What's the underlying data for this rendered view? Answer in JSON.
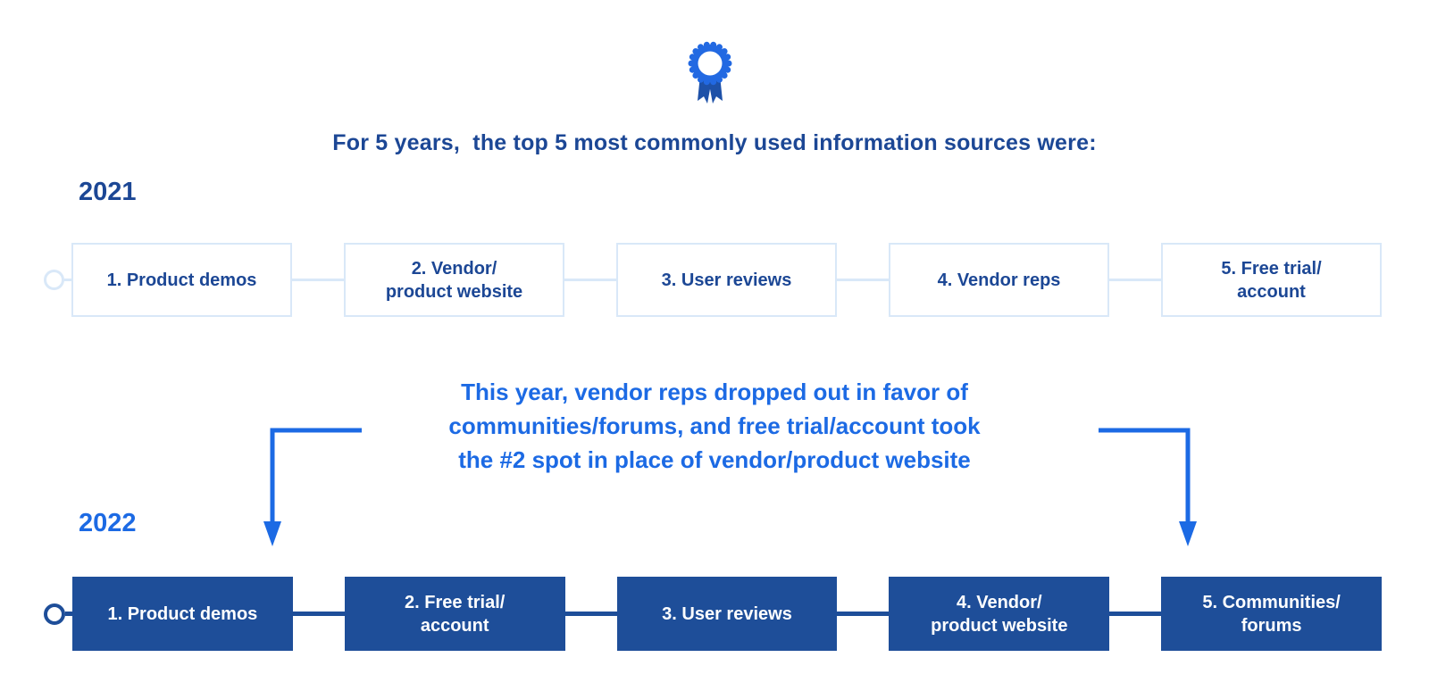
{
  "colors": {
    "navy": "#1c4795",
    "bright_blue": "#1c6ae4",
    "box_fill": "#1e4e99",
    "light_blue": "#d9e8f8",
    "rosette_blue": "#2269e2",
    "tail_blue": "#1e51a8"
  },
  "badge": {
    "icon": "award-ribbon-icon"
  },
  "title": "For 5 years,  the top 5 most commonly used information sources were:",
  "timeline_2021": {
    "year": "2021",
    "items": [
      {
        "rank": 1,
        "label": "1. Product demos"
      },
      {
        "rank": 2,
        "label": "2. Vendor/\nproduct website"
      },
      {
        "rank": 3,
        "label": "3. User reviews"
      },
      {
        "rank": 4,
        "label": "4. Vendor reps"
      },
      {
        "rank": 5,
        "label": "5. Free trial/\naccount"
      }
    ]
  },
  "annotation": {
    "text": "This year, vendor reps dropped out in favor of\ncommunities/forums, and free trial/account took\nthe #2 spot in place of vendor/product website"
  },
  "timeline_2022": {
    "year": "2022",
    "items": [
      {
        "rank": 1,
        "label": "1. Product demos"
      },
      {
        "rank": 2,
        "label": "2. Free trial/\naccount"
      },
      {
        "rank": 3,
        "label": "3. User reviews"
      },
      {
        "rank": 4,
        "label": "4. Vendor/\nproduct website"
      },
      {
        "rank": 5,
        "label": "5. Communities/\nforums"
      }
    ]
  }
}
